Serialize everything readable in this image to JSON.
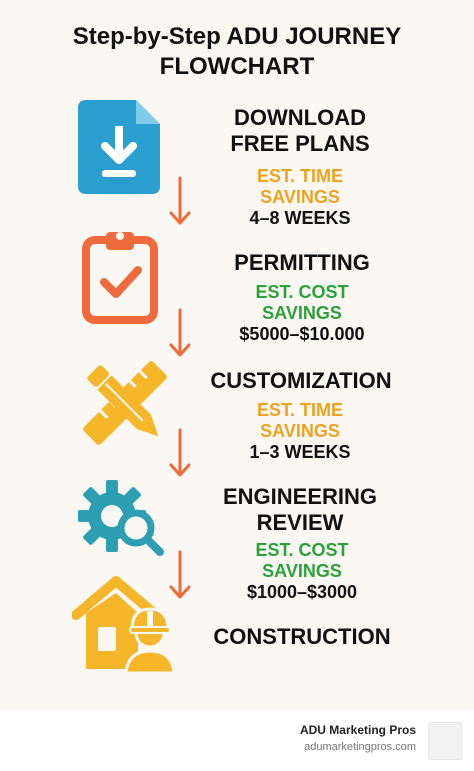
{
  "title": {
    "line1": "Step-by-Step ADU JOURNEY",
    "line2": "FLOWCHART"
  },
  "colors": {
    "blue": "#2a9fcf",
    "orange": "#ef6a3c",
    "yellow": "#f6b62a",
    "teal": "#2c9fb2",
    "green": "#2aa23b",
    "amber": "#eea320"
  },
  "steps": [
    {
      "title_lines": [
        "DOWNLOAD",
        "FREE PLANS"
      ],
      "icon": "download-document-icon",
      "saving_label": [
        "EST. TIME",
        "SAVINGS"
      ],
      "saving_value": "4–8 WEEKS"
    },
    {
      "title_lines": [
        "PERMITTING"
      ],
      "icon": "clipboard-check-icon",
      "saving_label": [
        "EST. COST",
        "SAVINGS"
      ],
      "saving_value": "$5000–$10.000"
    },
    {
      "title_lines": [
        "CUSTOMIZATION"
      ],
      "icon": "pencil-ruler-icon",
      "saving_label": [
        "EST. TIME",
        "SAVINGS"
      ],
      "saving_value": "1–3 WEEKS"
    },
    {
      "title_lines": [
        "ENGINEERING",
        "REVIEW"
      ],
      "icon": "gear-magnifier-icon",
      "saving_label": [
        "EST. COST",
        "SAVINGS"
      ],
      "saving_value": "$1000–$3000"
    },
    {
      "title_lines": [
        "CONSTRUCTION"
      ],
      "icon": "house-worker-icon"
    }
  ],
  "footer": {
    "brand": "ADU Marketing Pros",
    "url": "adumarketingpros.com"
  }
}
